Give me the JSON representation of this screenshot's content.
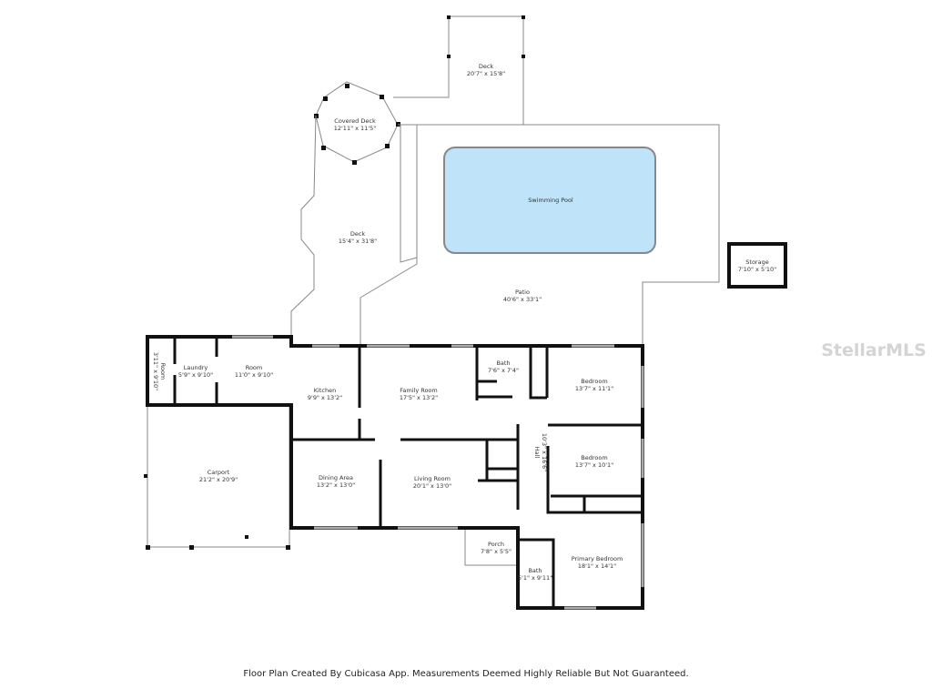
{
  "rooms": {
    "deck_top": {
      "name": "Deck",
      "size": "20'7\" x 15'8\""
    },
    "covered_deck": {
      "name": "Covered Deck",
      "size": "12'11\" x 11'5\""
    },
    "deck_left": {
      "name": "Deck",
      "size": "15'4\" x 31'8\""
    },
    "pool": {
      "name": "Swimming Pool"
    },
    "patio": {
      "name": "Patio",
      "size": "40'6\" x 33'1\""
    },
    "storage": {
      "name": "Storage",
      "size": "7'10\" x 5'10\""
    },
    "small_room": {
      "name": "Room",
      "size": "3'11\" x 9'10\""
    },
    "laundry": {
      "name": "Laundry",
      "size": "5'9\" x 9'10\""
    },
    "room": {
      "name": "Room",
      "size": "11'0\" x 9'10\""
    },
    "kitchen": {
      "name": "Kitchen",
      "size": "9'9\" x 13'2\""
    },
    "family_room": {
      "name": "Family Room",
      "size": "17'5\" x 13'2\""
    },
    "bath1": {
      "name": "Bath",
      "size": "7'6\" x 7'4\""
    },
    "bedroom1": {
      "name": "Bedroom",
      "size": "13'7\" x 11'1\""
    },
    "hall": {
      "name": "Hall",
      "size": "10'3\" x 16'6\""
    },
    "bedroom2": {
      "name": "Bedroom",
      "size": "13'7\" x 10'1\""
    },
    "carport": {
      "name": "Carport",
      "size": "21'2\" x 20'9\""
    },
    "dining": {
      "name": "Dining Area",
      "size": "13'2\" x 13'0\""
    },
    "living": {
      "name": "Living Room",
      "size": "20'1\" x 13'0\""
    },
    "porch": {
      "name": "Porch",
      "size": "7'8\" x 5'5\""
    },
    "bath2": {
      "name": "Bath",
      "size": "5'1\" x 9'11\""
    },
    "primary": {
      "name": "Primary Bedroom",
      "size": "18'1\" x 14'1\""
    }
  },
  "watermark": "StellarMLS",
  "footer": "Floor Plan Created By Cubicasa App. Measurements Deemed Highly Reliable But Not Guaranteed.",
  "colors": {
    "pool": "#bfe3f8",
    "walls": "#111111"
  }
}
